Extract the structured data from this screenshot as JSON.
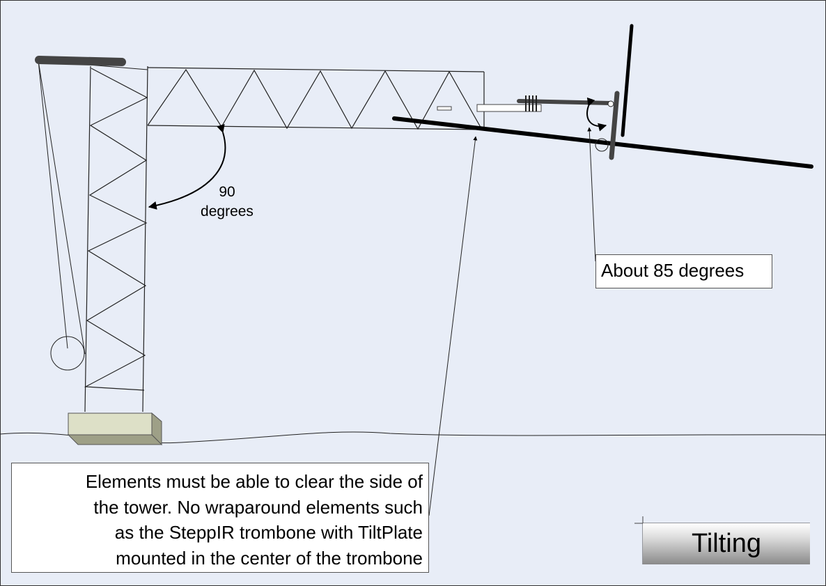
{
  "diagram": {
    "angle_tower_boom": "90\ndegrees",
    "angle_tower_boom_lines": [
      "90",
      "degrees"
    ],
    "angle_element": "About 85 degrees",
    "note_lines": [
      "Elements must be able to clear the side of",
      "the tower.  No wraparound elements such",
      "as the SteppIR trombone with TiltPlate",
      "mounted in the center of the trombone"
    ],
    "title": "Tilting"
  }
}
